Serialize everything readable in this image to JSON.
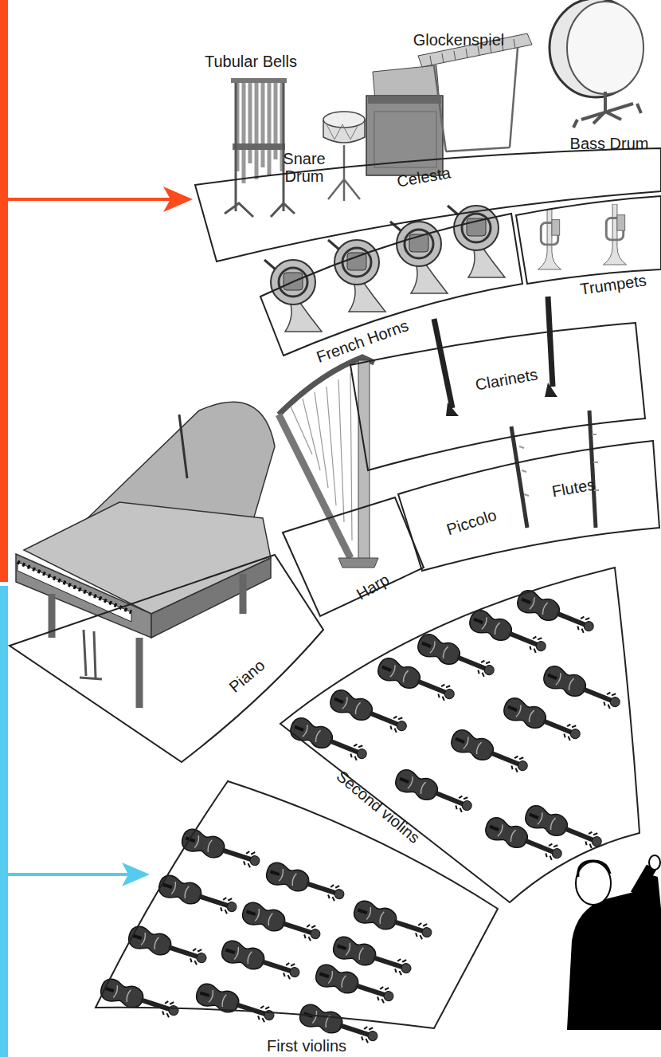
{
  "diagram": {
    "nodes": [
      {
        "text": [
          "Tubular Bells",
          "Snare Drum",
          "Celesta",
          "Glockenspiel",
          "Bass Drum"
        ]
      },
      {
        "text": [
          "French Horns"
        ]
      },
      {
        "text": [
          "Trumpets"
        ]
      },
      {
        "text": [
          "Clarinets"
        ]
      },
      {
        "text": [
          "Piccolo",
          "Flutes"
        ]
      },
      {
        "text": [
          "Harp"
        ]
      },
      {
        "text": [
          "Piano"
        ]
      },
      {
        "text": [
          "Second violins"
        ]
      },
      {
        "text": [
          "First violins"
        ]
      }
    ]
  }
}
